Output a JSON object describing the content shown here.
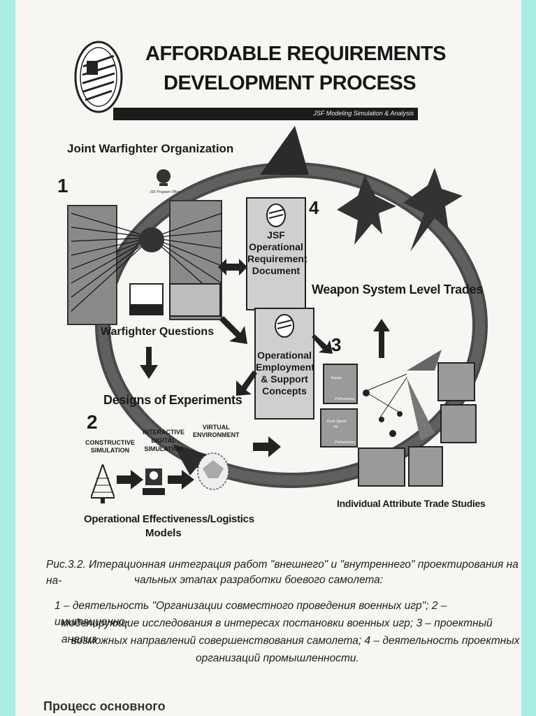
{
  "title": {
    "line1": "AFFORDABLE REQUIREMENTS",
    "line2": "DEVELOPMENT PROCESS"
  },
  "banner": {
    "text": "JSF Modeling Simulation & Analysis"
  },
  "labels": {
    "joint_org": "Joint Warfighter Organization",
    "jsf_program_office": "JSF Program Office",
    "step1": "1",
    "step2": "2",
    "step3": "3",
    "step4": "4",
    "warfighter_questions": "Warfighter Questions",
    "designs_of_experiments": "Designs of Experiments",
    "constructive_sim_l1": "CONSTRUCTIVE",
    "constructive_sim_l2": "SIMULATION",
    "interactive_l1": "INTERACTIVE",
    "interactive_l2": "DIGITAL",
    "interactive_l3": "SIMULATION",
    "virtual_l1": "VIRTUAL",
    "virtual_l2": "ENVIRONMENT",
    "ops_effect_l1": "Operational Effectiveness/Logistics",
    "ops_effect_l2": "Models",
    "weapon_trades": "Weapon System Level Trades",
    "attribute_trades": "Individual Attribute Trade Studies"
  },
  "boxes": {
    "ord": [
      "JSF",
      "Operational",
      "Requirement",
      "Document"
    ],
    "ops": [
      "Operational",
      "Employment",
      "& Support",
      "Concepts"
    ]
  },
  "trade_boxes": {
    "range": "Range",
    "dash_speed_l1": "Dash Speed",
    "dash_speed_l2": "Pk",
    "performance": "Performance"
  },
  "caption": {
    "line1": "Рис.3.2. Итерационная интеграция работ \"внешнего\" и \"внутреннего\" проектирования на на-",
    "line2": "чальных этапах разработки боевого самолета:",
    "line3": "1 – деятельность \"Организации совместного проведения военных игр\"; 2 – имитационно-",
    "line4": "моделирующие исследования в интересах постановки военных игр; 3 – проектный анализ",
    "line5": "возможных направлений совершенствования самолета; 4 – деятельность проектных",
    "line6": "организаций промышленности."
  },
  "footer": {
    "partial": "Процесс основного"
  },
  "colors": {
    "page_bg": "#f7f6f3",
    "frame": "#a8ece4",
    "ink": "#1a1a1a",
    "box_gray": "#cfcfcf"
  }
}
